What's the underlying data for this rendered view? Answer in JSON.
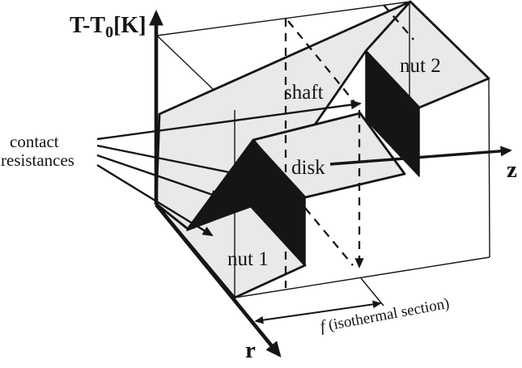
{
  "figure": {
    "title_semantic": "3D temperature distribution diagram of shaft-nut-disk assembly",
    "background": "#ffffff",
    "colors": {
      "surface_fill": "#e9e9e9",
      "line": "#151515",
      "contact_face_fill": "#151515"
    },
    "axes": {
      "t": {
        "main": "T-T",
        "sub": "0",
        "unit": "[K]"
      },
      "z": {
        "label": "z"
      },
      "r": {
        "label": "r"
      }
    },
    "labels": {
      "contact_line1": "contact",
      "contact_line2": "resistances",
      "shaft": "shaft",
      "disk": "disk",
      "nut1": "nut 1",
      "nut2": "nut 2",
      "f_symbol": "f",
      "f_text": " (isothermal section)"
    }
  }
}
